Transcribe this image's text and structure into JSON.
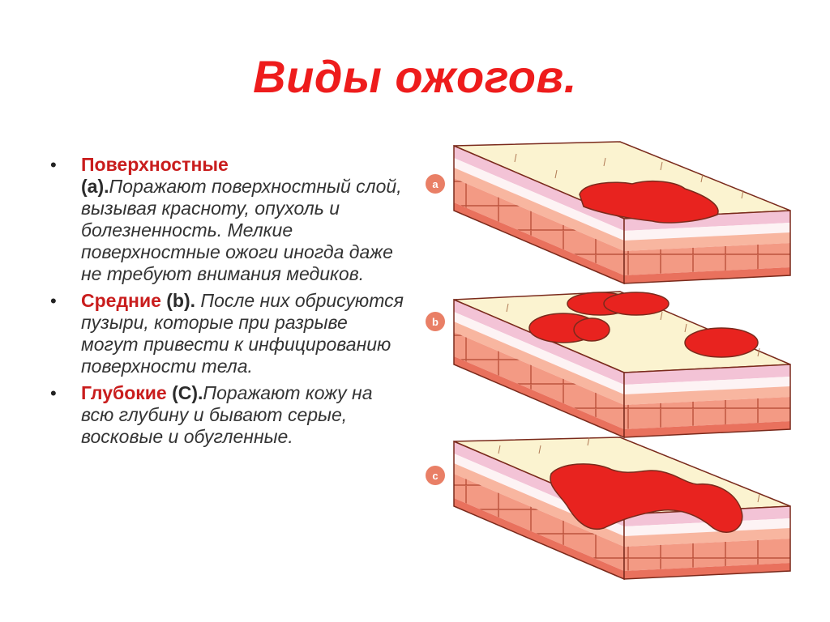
{
  "slide": {
    "title": "Виды ожогов.",
    "items": [
      {
        "term": "Поверхностные",
        "paren": "(а).",
        "desc": "Поражают поверхностный слой, вызывая красноту, опухоль и болезненность. Мелкие поверхностные ожоги иногда даже не требуют внимания медиков."
      },
      {
        "term": "Средние",
        "paren": " (b). ",
        "desc": "После них обрисуются пузыри, которые при разрыве могут привести к инфицированию поверхности тела."
      },
      {
        "term": "Глубокие",
        "paren": " (С).",
        "desc": "Поражают кожу на всю глубину и бывают серые, восковые и обугленные."
      }
    ]
  },
  "figure": {
    "labels": [
      "a",
      "b",
      "c"
    ],
    "colors": {
      "surface": "#fbf3d0",
      "pink_layer": "#f3c3d6",
      "salmon_layer": "#f8b6a0",
      "dermis": "#f39a84",
      "base": "#e9715d",
      "burn": "#e8231f",
      "outline": "#7a2a1c",
      "badge": "#e97f66"
    }
  }
}
